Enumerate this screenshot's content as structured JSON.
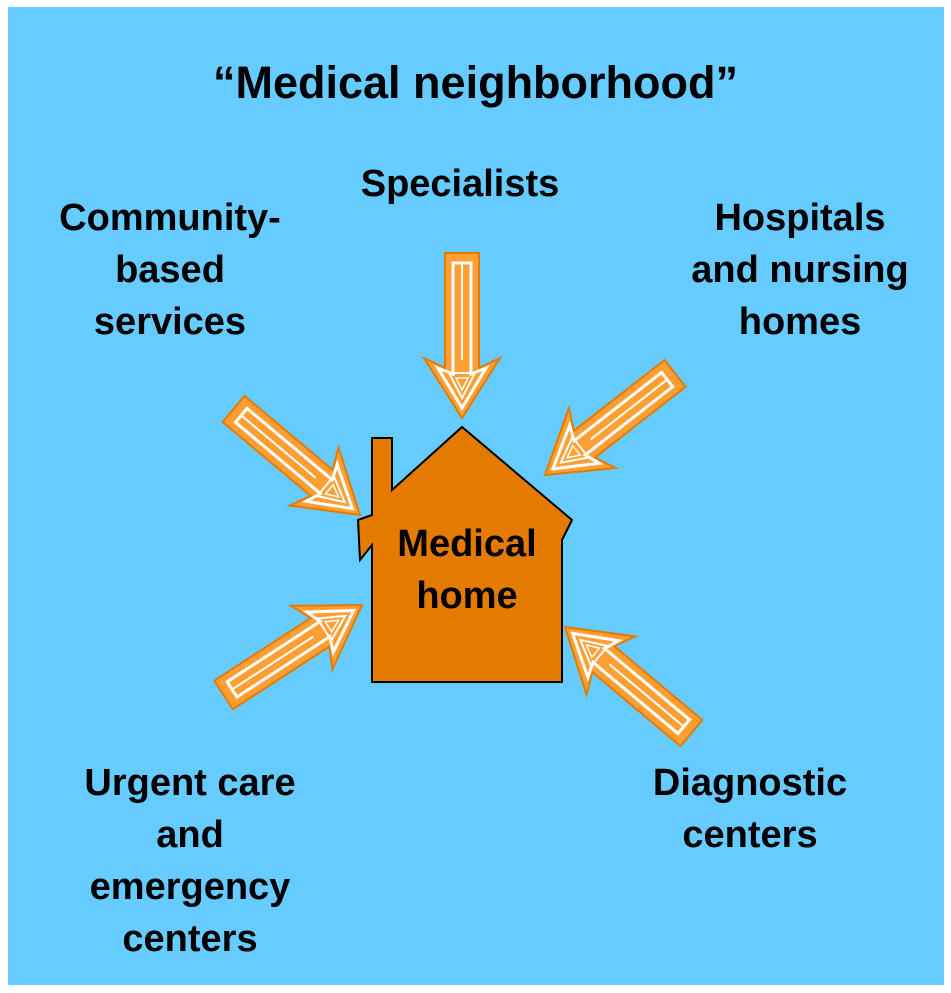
{
  "diagram": {
    "title": "“Medical neighborhood”",
    "center": {
      "lines": [
        "Medical",
        "home"
      ]
    },
    "nodes": {
      "specialists": {
        "lines": [
          "Specialists"
        ]
      },
      "community": {
        "lines": [
          "Community-",
          "based",
          "services"
        ]
      },
      "hospitals": {
        "lines": [
          "Hospitals",
          "and nursing",
          "homes"
        ]
      },
      "urgent": {
        "lines": [
          "Urgent care",
          "and",
          "emergency",
          "centers"
        ]
      },
      "diagnostic": {
        "lines": [
          "Diagnostic",
          "centers"
        ]
      }
    },
    "colors": {
      "background": "#66ccff",
      "house": "#e57a00",
      "arrow": "#ff9f33",
      "text": "#000000"
    }
  }
}
